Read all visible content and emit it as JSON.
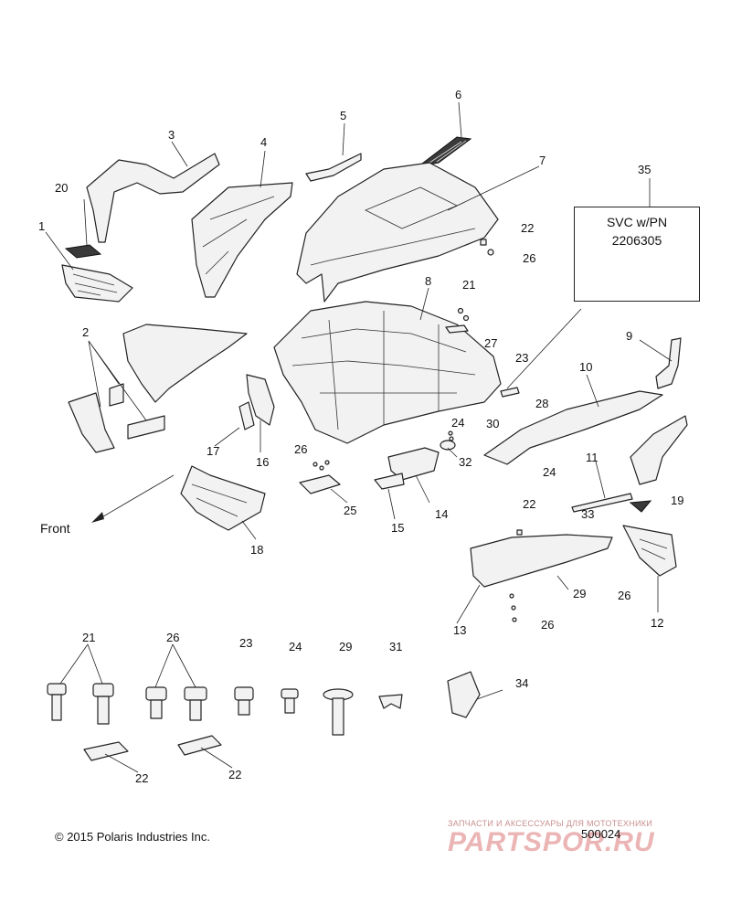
{
  "callouts": [
    "1",
    "2",
    "3",
    "4",
    "5",
    "6",
    "7",
    "8",
    "9",
    "10",
    "11",
    "12",
    "13",
    "14",
    "15",
    "16",
    "17",
    "18",
    "19",
    "20",
    "21",
    "22",
    "23",
    "24",
    "25",
    "26",
    "27",
    "28",
    "29",
    "30",
    "31",
    "32",
    "33",
    "34",
    "35"
  ],
  "repeat_labels": {
    "l21": "21",
    "l22": "22",
    "l23": "23",
    "l24": "24",
    "l26": "26"
  },
  "svc_box": {
    "line1": "SVC w/PN",
    "line2": "2206305"
  },
  "front_label": "Front",
  "copyright": "© 2015 Polaris Industries Inc.",
  "diagram_number": "500024",
  "watermark": {
    "top": "ЗАПЧАСТИ И АКСЕССУАРЫ ДЛЯ МОТОТЕХНИКИ",
    "main": "PARTSPOR.RU"
  },
  "colors": {
    "line": "#222222",
    "part_fill": "#f2f2f2",
    "dark_fill": "#3a3a3a",
    "watermark": "#e8a9a9"
  }
}
